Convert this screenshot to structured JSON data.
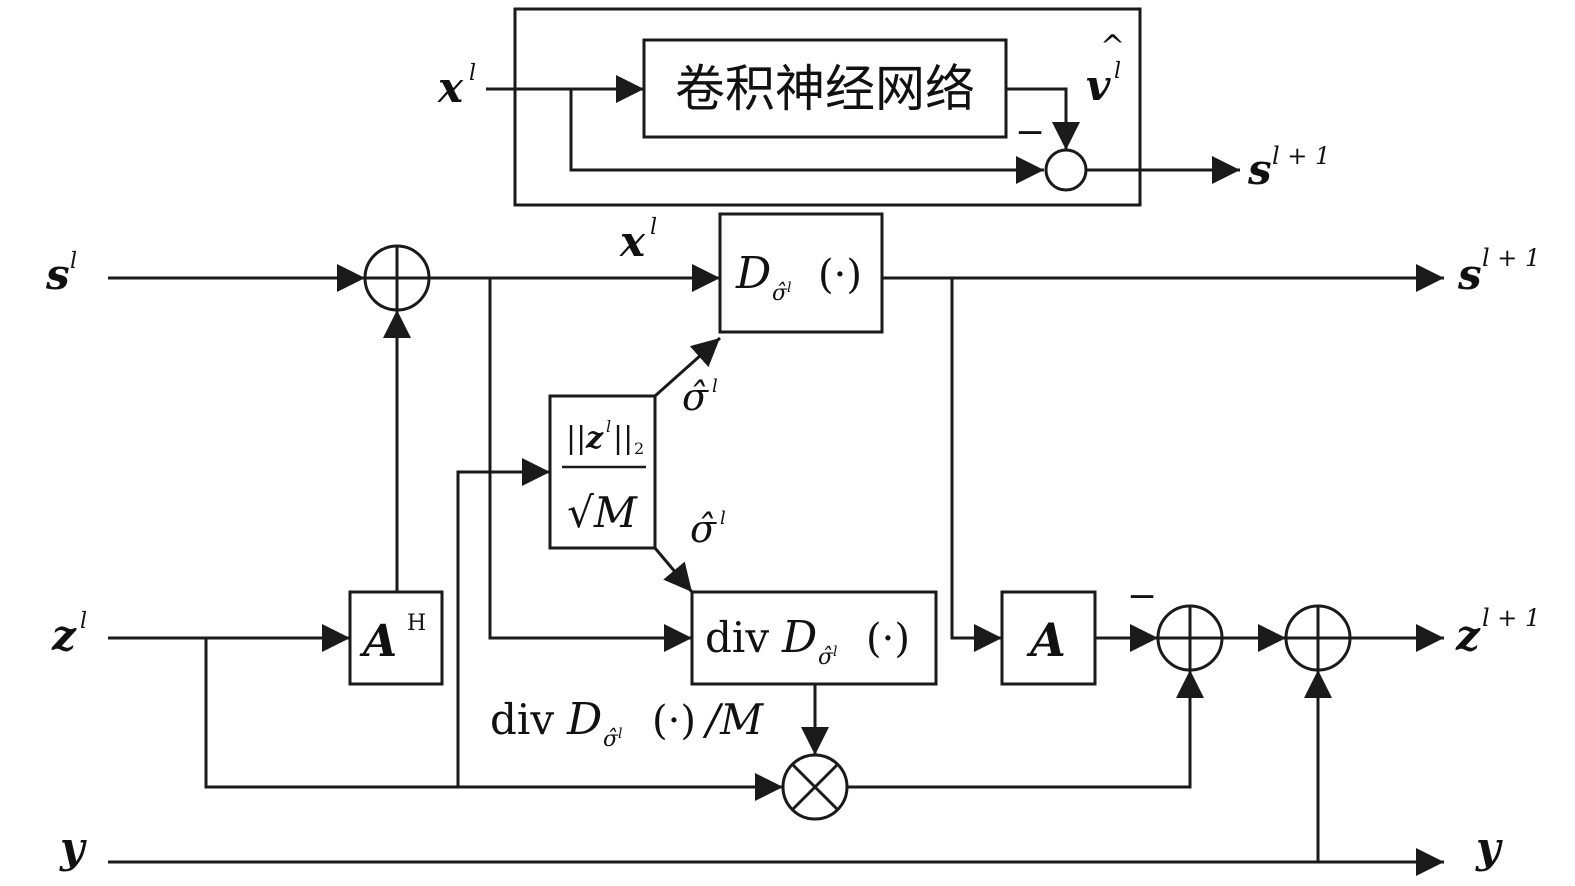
{
  "inset": {
    "input_label": {
      "base": "x",
      "sup": "l"
    },
    "cnn_label": "卷积神经网络",
    "cnn_output_label": {
      "base": "v",
      "sup": "l"
    },
    "minus_sign": "−",
    "output_label": {
      "base": "s",
      "sup": "l + 1"
    }
  },
  "rows": {
    "s_in": {
      "base": "s",
      "sup": "l"
    },
    "z_in": {
      "base": "z",
      "sup": "l"
    },
    "y_in": {
      "base": "y"
    },
    "s_out": {
      "base": "s",
      "sup": "l + 1"
    },
    "z_out": {
      "base": "z",
      "sup": "l + 1"
    },
    "y_out": {
      "base": "y"
    }
  },
  "blocks": {
    "x_label": {
      "base": "x",
      "sup": "l"
    },
    "denoiser": {
      "name": "D",
      "sub": "σ̂",
      "subsup": "l",
      "arg": "(·)"
    },
    "sigma_est": {
      "numer_left": "||",
      "numer_var": "z",
      "numer_sup": "l",
      "numer_right": "||",
      "numer_sub": "2",
      "denom": "√M"
    },
    "sigma_label_top": {
      "base": "σ̂",
      "sup": "l"
    },
    "sigma_label_bottom": {
      "base": "σ̂",
      "sup": "l"
    },
    "divergence": {
      "prefix": "div",
      "name": "D",
      "sub": "σ̂",
      "subsup": "l",
      "arg": "(·)"
    },
    "divergence_scaled": {
      "prefix": "div",
      "name": "D",
      "sub": "σ̂",
      "subsup": "l",
      "arg": "(·)",
      "suffix": "/M"
    },
    "A_adjoint": {
      "base": "A",
      "sup": "H"
    },
    "A_forward": {
      "base": "A"
    },
    "minus_sign": "−"
  }
}
